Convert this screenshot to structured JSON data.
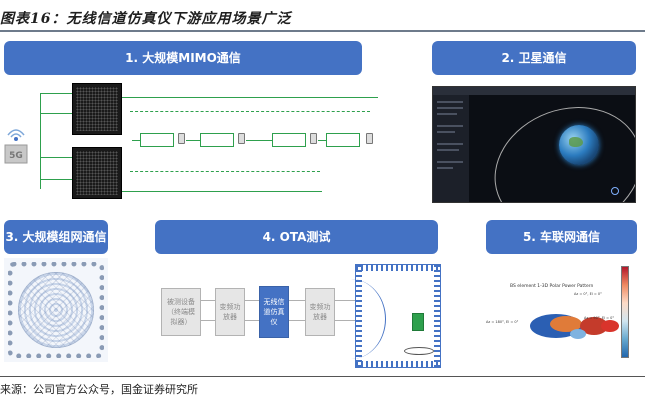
{
  "title": "图表16：无线信道仿真仪下游应用场景广泛",
  "source": "来源：公司官方公众号，国金证券研究所",
  "sections": [
    {
      "label": "1. 大规模MIMO通信"
    },
    {
      "label": "2. 卫星通信"
    },
    {
      "label": "3. 大规模组网通信"
    },
    {
      "label": "4. OTA测试"
    },
    {
      "label": "5. 车联网通信"
    }
  ],
  "ota_flow": {
    "boxes": [
      "被测设备（终端模拟器）",
      "变频功放器",
      "无线信道仿真仪",
      "变频功放器"
    ]
  },
  "v2x_chart": {
    "title": "BS element 1-3D Polar Power Pattern",
    "labels": [
      "Az = 0°, El = 0°",
      "Az = 90°, El = 0°",
      "Az = 180°, El = 0°"
    ]
  },
  "colors": {
    "accent": "#4472c4",
    "sim_green": "#2ea04d"
  }
}
